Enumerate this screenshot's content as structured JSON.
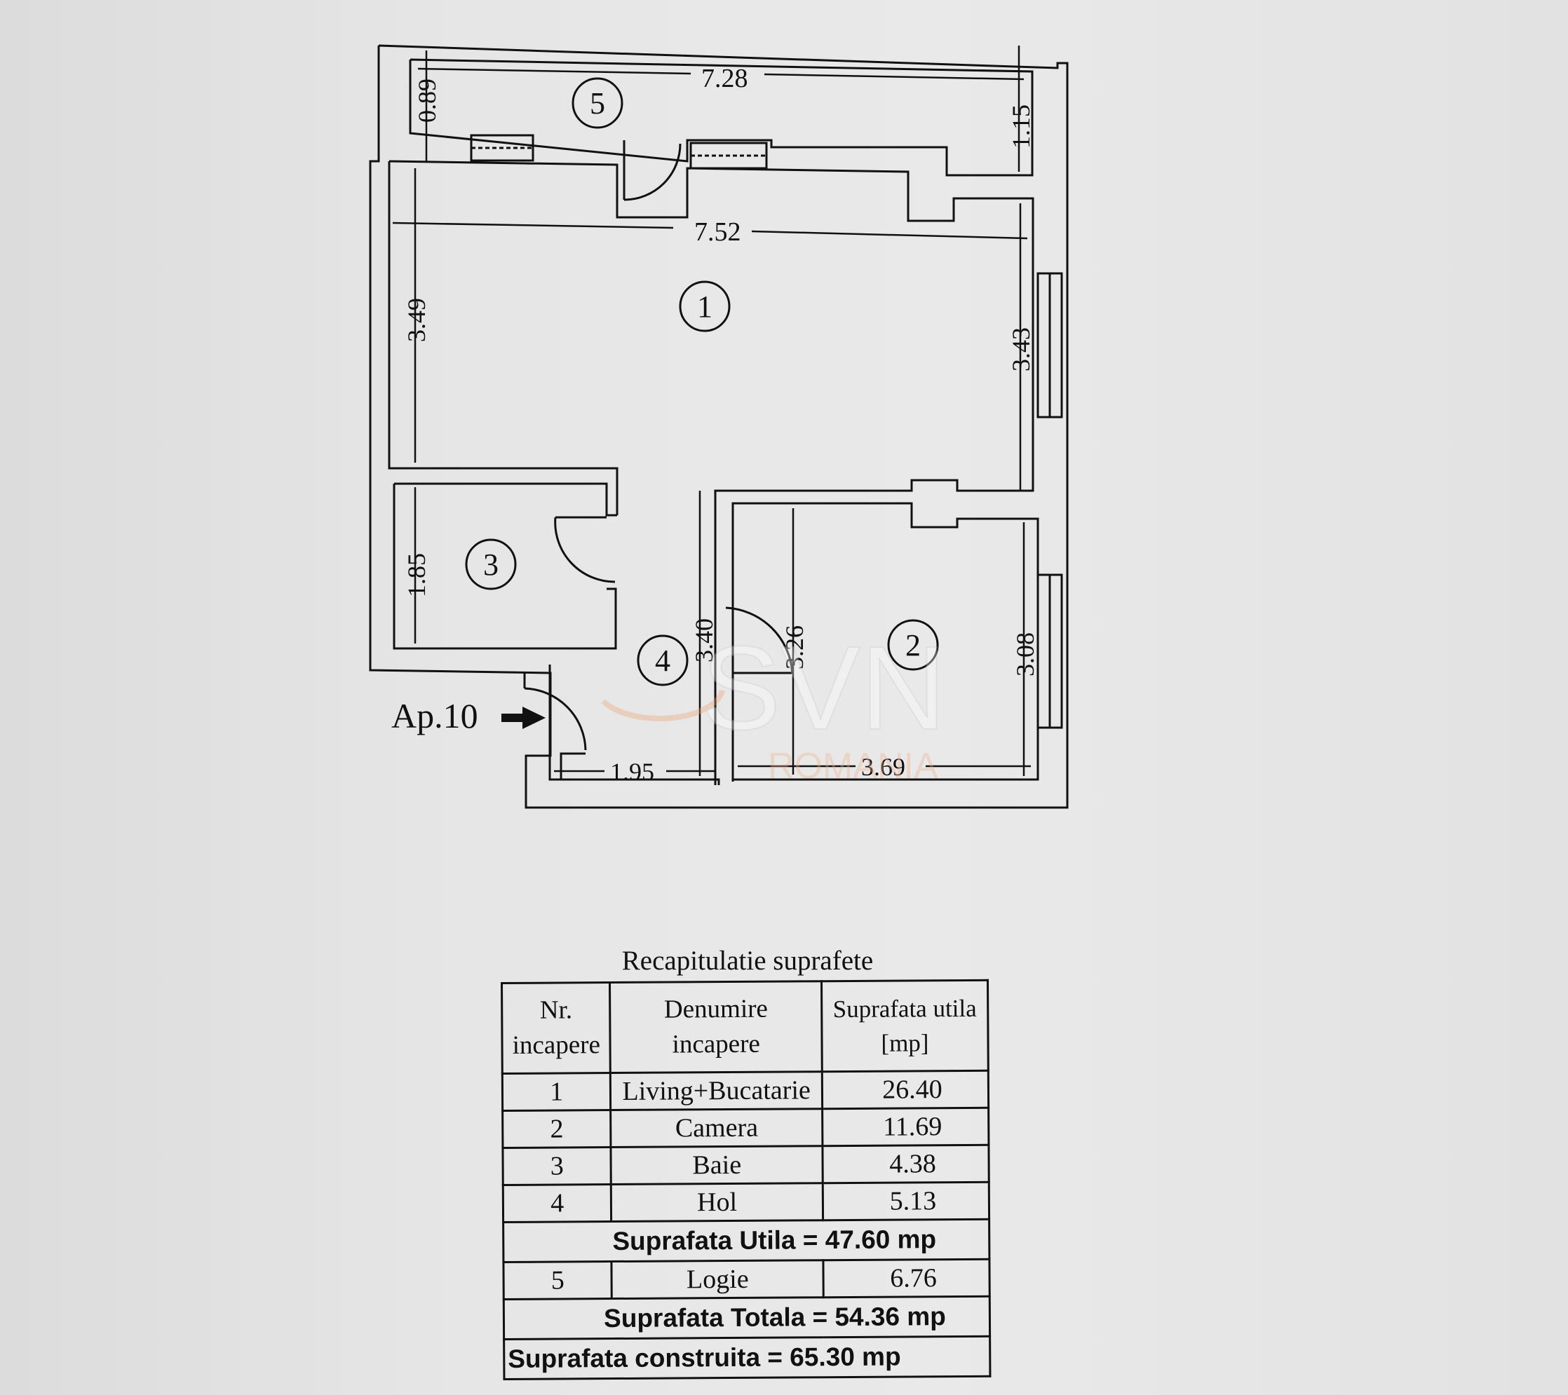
{
  "plan": {
    "dimensions": {
      "top_width": "7.28",
      "top_left_height": "0.89",
      "top_right_height": "1.15",
      "living_width": "7.52",
      "living_left_height": "3.49",
      "living_right_height": "3.43",
      "bath_height": "1.85",
      "hall_height": "3.40",
      "room2_left_height": "3.26",
      "room2_right_height": "3.08",
      "hall_width": "1.95",
      "room2_width": "3.69"
    },
    "room_numbers": [
      "1",
      "2",
      "3",
      "4",
      "5"
    ],
    "entrance_label": "Ap.10",
    "entrance_arrow_icon": "arrow-right-icon"
  },
  "watermark": {
    "brand": "SVN",
    "sub": "ROMANIA",
    "color": "#f0b08a"
  },
  "table": {
    "title": "Recapitulatie suprafete",
    "headers": {
      "nr_line1": "Nr.",
      "nr_line2": "incapere",
      "name_line1": "Denumire",
      "name_line2": "incapere",
      "area_line1": "Suprafata utila",
      "area_line2": "[mp]"
    },
    "rows": [
      {
        "nr": "1",
        "name": "Living+Bucatarie",
        "area": "26.40"
      },
      {
        "nr": "2",
        "name": "Camera",
        "area": "11.69"
      },
      {
        "nr": "3",
        "name": "Baie",
        "area": "4.38"
      },
      {
        "nr": "4",
        "name": "Hol",
        "area": "5.13"
      }
    ],
    "util_total": "Suprafata Utila  =  47.60 mp",
    "logie_row": {
      "nr": "5",
      "name": "Logie",
      "area": "6.76"
    },
    "total": "Suprafata Totala  =  54.36 mp",
    "built": "Suprafata  construita  =  65.30 mp"
  }
}
